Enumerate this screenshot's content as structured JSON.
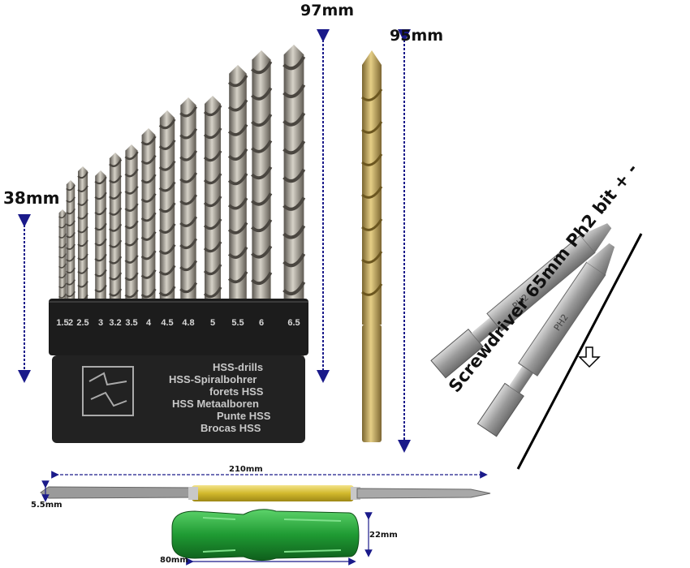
{
  "dimensions": {
    "drill_set_height": "38mm",
    "longest_drill": "97mm",
    "single_drill": "95mm",
    "screwdriver_length": "210mm",
    "blade_width": "5.5mm",
    "handle_height": "22mm",
    "handle_length": "80mm"
  },
  "drill_sizes": [
    "1.5",
    "2",
    "2.5",
    "3",
    "3.2",
    "3.5",
    "4",
    "4.5",
    "4.8",
    "5",
    "5.5",
    "6",
    "6.5"
  ],
  "case_text": [
    "HSS-drills",
    "HSS-Spiralbohrer",
    "forets HSS",
    "HSS Metaalboren",
    "Punte HSS",
    "Brocas HSS"
  ],
  "bit_labels": [
    "PH2",
    "PH2"
  ],
  "screwdriver_caption": "Screwdriver 65mm Ph2 bit + -",
  "colors": {
    "case": "#1c1c1c",
    "steel": "#8e8a82",
    "gold_drill": "#b79a4e",
    "arrow": "#1a1a8a",
    "handle_yellow": "#d8c23a",
    "handle_green": "#2c9a3c"
  }
}
